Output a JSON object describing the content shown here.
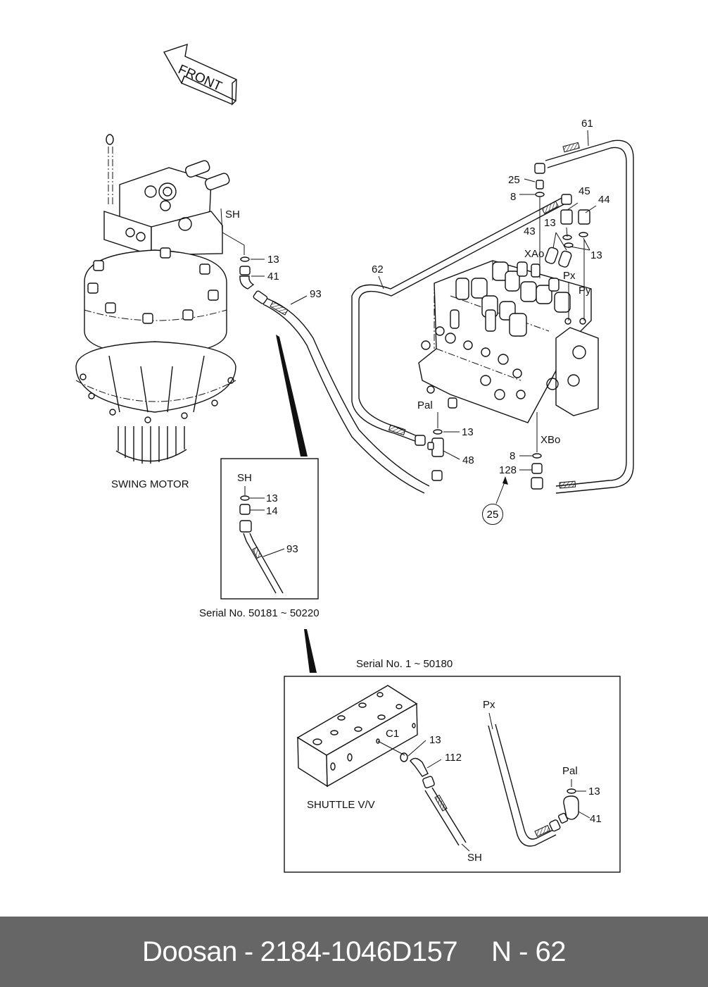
{
  "direction_arrow": {
    "label": "FRONT"
  },
  "main_view": {
    "component_labels": {
      "swing_motor": "SWING MOTOR"
    },
    "port_labels": {
      "sh": "SH",
      "xao": "XAo",
      "px": "Px",
      "py": "Py",
      "pal": "Pal",
      "xbo": "XBo"
    },
    "part_callouts": {
      "p13_motor": "13",
      "p41_motor": "41",
      "p93_main": "93",
      "p61": "61",
      "p62": "62",
      "p25": "25",
      "p8_top": "8",
      "p45": "45",
      "p44": "44",
      "p13_top_left": "13",
      "p43": "43",
      "p13_top_right": "13",
      "p13_pal": "13",
      "p48": "48",
      "p8_bottom": "8",
      "p128": "128"
    },
    "reference_circle": "25"
  },
  "inset_serial_50181": {
    "caption": "Serial No. 50181 ~ 50220",
    "port_label": "SH",
    "part_callouts": {
      "p13": "13",
      "p14": "14",
      "p93": "93"
    }
  },
  "inset_serial_1": {
    "caption": "Serial No. 1 ~ 50180",
    "component_label": "SHUTTLE V/V",
    "port_labels": {
      "c1": "C1",
      "px": "Px",
      "pal": "Pal",
      "sh": "SH"
    },
    "part_callouts": {
      "p13_left": "13",
      "p112": "112",
      "p13_right": "13",
      "p41": "41"
    }
  },
  "footer": {
    "brand": "Doosan",
    "separator": "-",
    "part_number": "2184-1046D157",
    "page_ref": "N - 62",
    "background_color": "#666666",
    "text_color": "#ffffff"
  }
}
